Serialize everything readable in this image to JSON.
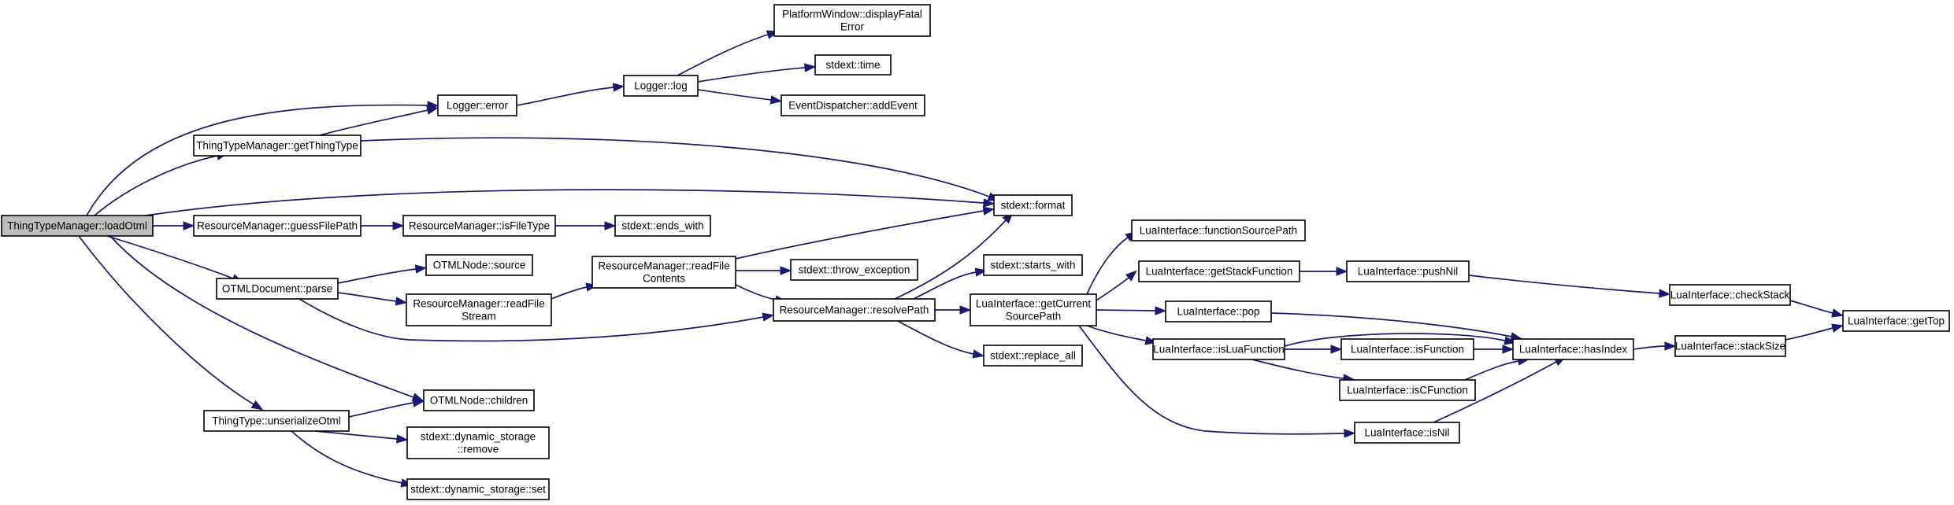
{
  "diagram": {
    "type": "call-graph",
    "colors": {
      "edge": "#191970",
      "root_fill": "#bfbfbf",
      "node_fill": "#ffffff",
      "node_border": "#000000"
    },
    "nodes": [
      {
        "id": "loadOtml",
        "lines": [
          "ThingTypeManager::loadOtml"
        ],
        "root": true
      },
      {
        "id": "getThingType",
        "lines": [
          "ThingTypeManager::getThingType"
        ]
      },
      {
        "id": "loggerError",
        "lines": [
          "Logger::error"
        ]
      },
      {
        "id": "loggerLog",
        "lines": [
          "Logger::log"
        ]
      },
      {
        "id": "displayFatal",
        "lines": [
          "PlatformWindow::displayFatal",
          "Error"
        ]
      },
      {
        "id": "stdextTime",
        "lines": [
          "stdext::time"
        ]
      },
      {
        "id": "addEvent",
        "lines": [
          "EventDispatcher::addEvent"
        ]
      },
      {
        "id": "stdextFormat",
        "lines": [
          "stdext::format"
        ]
      },
      {
        "id": "guessFilePath",
        "lines": [
          "ResourceManager::guessFilePath"
        ]
      },
      {
        "id": "isFileType",
        "lines": [
          "ResourceManager::isFileType"
        ]
      },
      {
        "id": "endsWith",
        "lines": [
          "stdext::ends_with"
        ]
      },
      {
        "id": "otmlParse",
        "lines": [
          "OTMLDocument::parse"
        ]
      },
      {
        "id": "otmlSource",
        "lines": [
          "OTMLNode::source"
        ]
      },
      {
        "id": "readFileStream",
        "lines": [
          "ResourceManager::readFile",
          "Stream"
        ]
      },
      {
        "id": "readFileContents",
        "lines": [
          "ResourceManager::readFile",
          "Contents"
        ]
      },
      {
        "id": "throwException",
        "lines": [
          "stdext::throw_exception"
        ]
      },
      {
        "id": "startsWith",
        "lines": [
          "stdext::starts_with"
        ]
      },
      {
        "id": "resolvePath",
        "lines": [
          "ResourceManager::resolvePath"
        ]
      },
      {
        "id": "replaceAll",
        "lines": [
          "stdext::replace_all"
        ]
      },
      {
        "id": "getCurrentSourcePath",
        "lines": [
          "LuaInterface::getCurrent",
          "SourcePath"
        ]
      },
      {
        "id": "functionSourcePath",
        "lines": [
          "LuaInterface::functionSourcePath"
        ]
      },
      {
        "id": "getStackFunction",
        "lines": [
          "LuaInterface::getStackFunction"
        ]
      },
      {
        "id": "pushNil",
        "lines": [
          "LuaInterface::pushNil"
        ]
      },
      {
        "id": "checkStack",
        "lines": [
          "LuaInterface::checkStack"
        ]
      },
      {
        "id": "getTop",
        "lines": [
          "LuaInterface::getTop"
        ]
      },
      {
        "id": "pop",
        "lines": [
          "LuaInterface::pop"
        ]
      },
      {
        "id": "isLuaFunction",
        "lines": [
          "LuaInterface::isLuaFunction"
        ]
      },
      {
        "id": "isFunction",
        "lines": [
          "LuaInterface::isFunction"
        ]
      },
      {
        "id": "isCFunction",
        "lines": [
          "LuaInterface::isCFunction"
        ]
      },
      {
        "id": "hasIndex",
        "lines": [
          "LuaInterface::hasIndex"
        ]
      },
      {
        "id": "stackSize",
        "lines": [
          "LuaInterface::stackSize"
        ]
      },
      {
        "id": "isNil",
        "lines": [
          "LuaInterface::isNil"
        ]
      },
      {
        "id": "otmlChildren",
        "lines": [
          "OTMLNode::children"
        ]
      },
      {
        "id": "unserializeOtml",
        "lines": [
          "ThingType::unserializeOtml"
        ]
      },
      {
        "id": "dsRemove",
        "lines": [
          "stdext::dynamic_storage",
          "::remove"
        ]
      },
      {
        "id": "dsSet",
        "lines": [
          "stdext::dynamic_storage::set"
        ]
      }
    ],
    "edges": [
      {
        "from": "loadOtml",
        "to": "loggerError"
      },
      {
        "from": "loadOtml",
        "to": "getThingType"
      },
      {
        "from": "loadOtml",
        "to": "stdextFormat"
      },
      {
        "from": "loadOtml",
        "to": "guessFilePath"
      },
      {
        "from": "loadOtml",
        "to": "otmlParse"
      },
      {
        "from": "loadOtml",
        "to": "otmlChildren"
      },
      {
        "from": "loadOtml",
        "to": "unserializeOtml"
      },
      {
        "from": "getThingType",
        "to": "loggerError"
      },
      {
        "from": "getThingType",
        "to": "stdextFormat"
      },
      {
        "from": "loggerError",
        "to": "loggerLog"
      },
      {
        "from": "loggerLog",
        "to": "displayFatal"
      },
      {
        "from": "loggerLog",
        "to": "stdextTime"
      },
      {
        "from": "loggerLog",
        "to": "addEvent"
      },
      {
        "from": "guessFilePath",
        "to": "isFileType"
      },
      {
        "from": "isFileType",
        "to": "endsWith"
      },
      {
        "from": "otmlParse",
        "to": "otmlSource"
      },
      {
        "from": "otmlParse",
        "to": "readFileStream"
      },
      {
        "from": "otmlParse",
        "to": "resolvePath"
      },
      {
        "from": "readFileStream",
        "to": "readFileContents"
      },
      {
        "from": "readFileContents",
        "to": "stdextFormat"
      },
      {
        "from": "readFileContents",
        "to": "throwException"
      },
      {
        "from": "readFileContents",
        "to": "resolvePath"
      },
      {
        "from": "resolvePath",
        "to": "stdextFormat"
      },
      {
        "from": "resolvePath",
        "to": "startsWith"
      },
      {
        "from": "resolvePath",
        "to": "getCurrentSourcePath"
      },
      {
        "from": "resolvePath",
        "to": "replaceAll"
      },
      {
        "from": "getCurrentSourcePath",
        "to": "functionSourcePath"
      },
      {
        "from": "getCurrentSourcePath",
        "to": "getStackFunction"
      },
      {
        "from": "getCurrentSourcePath",
        "to": "pop"
      },
      {
        "from": "getCurrentSourcePath",
        "to": "isLuaFunction"
      },
      {
        "from": "getCurrentSourcePath",
        "to": "isNil"
      },
      {
        "from": "getStackFunction",
        "to": "pushNil"
      },
      {
        "from": "pushNil",
        "to": "checkStack"
      },
      {
        "from": "checkStack",
        "to": "getTop"
      },
      {
        "from": "pop",
        "to": "hasIndex"
      },
      {
        "from": "isLuaFunction",
        "to": "isFunction"
      },
      {
        "from": "isLuaFunction",
        "to": "isCFunction"
      },
      {
        "from": "isLuaFunction",
        "to": "hasIndex"
      },
      {
        "from": "isFunction",
        "to": "hasIndex"
      },
      {
        "from": "isCFunction",
        "to": "hasIndex"
      },
      {
        "from": "isNil",
        "to": "hasIndex"
      },
      {
        "from": "hasIndex",
        "to": "stackSize"
      },
      {
        "from": "stackSize",
        "to": "getTop"
      },
      {
        "from": "unserializeOtml",
        "to": "otmlChildren"
      },
      {
        "from": "unserializeOtml",
        "to": "dsRemove"
      },
      {
        "from": "unserializeOtml",
        "to": "dsSet"
      }
    ]
  }
}
